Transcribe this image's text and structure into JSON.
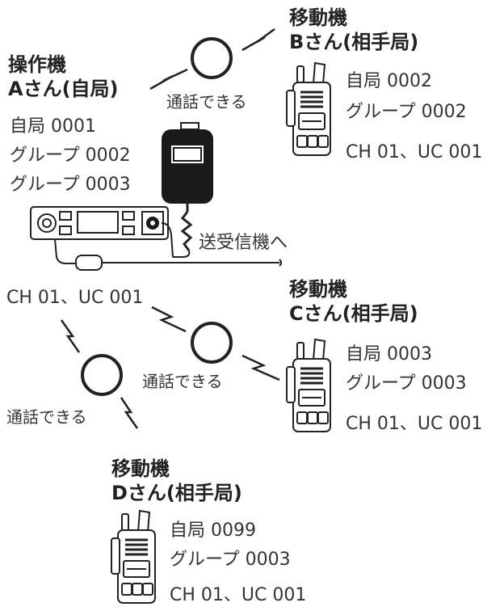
{
  "operator_a": {
    "role": "操作機",
    "name": "Aさん(自局)",
    "own_id": "自局 0001",
    "groups": [
      "グループ 0002",
      "グループ 0003"
    ]
  },
  "to_transceiver": "送受信機へ",
  "channel_left": "CH 01、UC 001",
  "talk_label": "通話できる",
  "stations": [
    {
      "role": "移動機",
      "name": "Bさん(相手局)",
      "own_id": "自局 0002",
      "group": "グループ 0002",
      "channel": "CH 01、UC 001"
    },
    {
      "role": "移動機",
      "name": "Cさん(相手局)",
      "own_id": "自局 0003",
      "group": "グループ 0003",
      "channel": "CH 01、UC 001"
    },
    {
      "role": "移動機",
      "name": "Dさん(相手局)",
      "own_id": "自局 0099",
      "group": "グループ 0003",
      "channel": "CH 01、UC 001"
    }
  ]
}
